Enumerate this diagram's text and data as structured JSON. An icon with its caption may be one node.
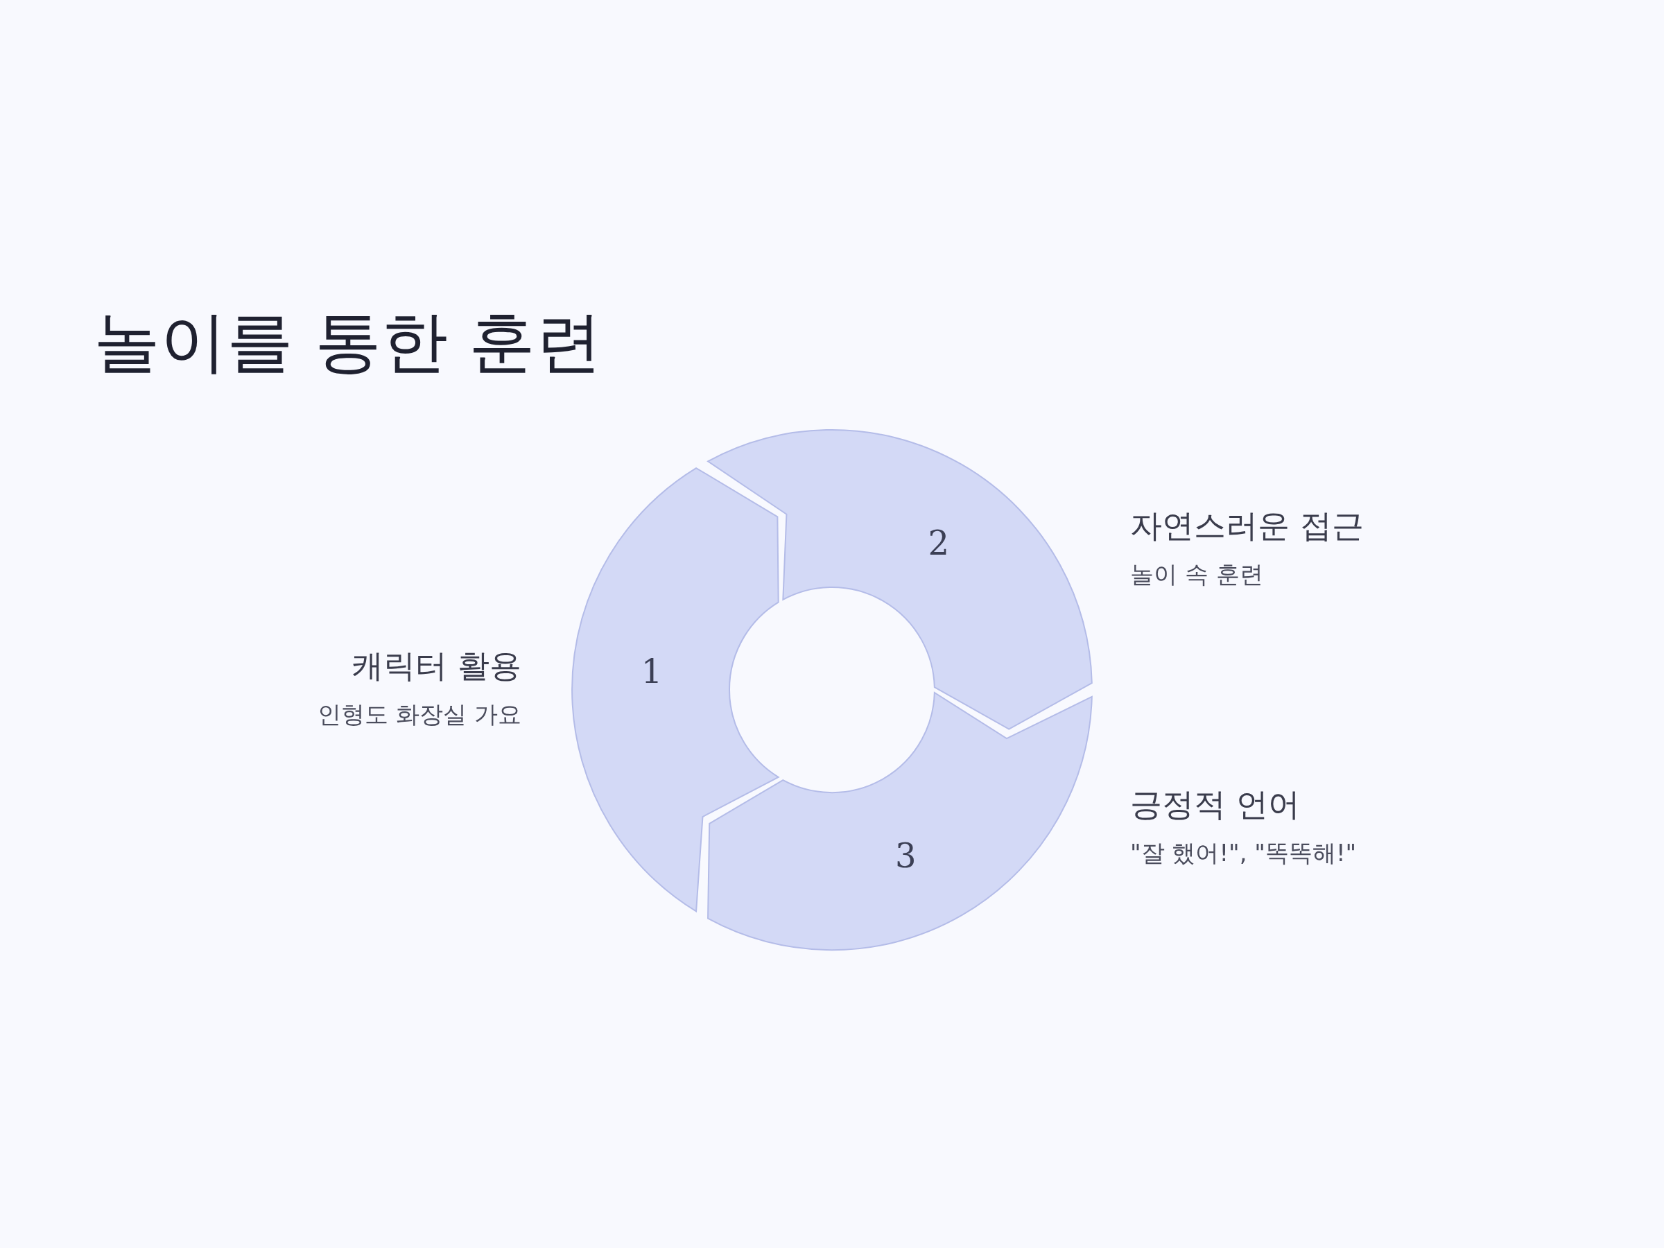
{
  "diagram": {
    "title": "놀이를 통한 훈련",
    "nodes": [
      {
        "text": [
          "1"
        ],
        "beside": [
          "캐릭터 활용",
          "인형도 화장실 가요"
        ]
      },
      {
        "text": [
          "2"
        ],
        "beside": [
          "자연스러운 접근",
          "놀이 속 훈련"
        ]
      },
      {
        "text": [
          "3"
        ],
        "beside": [
          "긍정적 언어",
          "\"잘 했어!\", \"똑똑해!\""
        ]
      }
    ]
  }
}
